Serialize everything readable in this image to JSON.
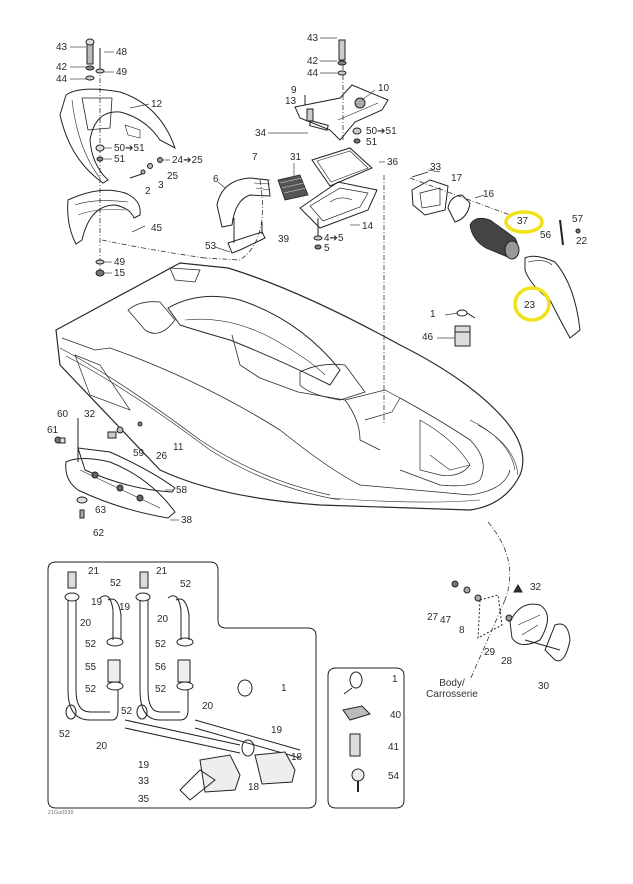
{
  "diagram": {
    "figure_id": "21Gu0030",
    "body_caption": {
      "line1": "Body/",
      "line2": "Carrosserie"
    },
    "highlight_color": "#f2e21a",
    "highlighted_parts": [
      "37",
      "23"
    ],
    "labels": {
      "l43a": "43",
      "l48": "48",
      "l42a": "42",
      "l49a": "49",
      "l44a": "44",
      "l12": "12",
      "l50a": "50➔51",
      "l51a": "51",
      "l2425": "24➔25",
      "l25": "25",
      "l3": "3",
      "l2": "2",
      "l45": "45",
      "l49b": "49",
      "l15": "15",
      "l43b": "43",
      "l42b": "42",
      "l44b": "44",
      "l9": "9",
      "l13": "13",
      "l10": "10",
      "l34": "34",
      "l50b": "50➔51",
      "l51b": "51",
      "l7": "7",
      "l31": "31",
      "l36": "36",
      "l6": "6",
      "l14": "14",
      "l53": "53",
      "l39": "39",
      "l45r": "4➔5",
      "l5": "5",
      "l33a": "33",
      "l17": "17",
      "l16": "16",
      "l37": "37",
      "l57": "57",
      "l56a": "56",
      "l22": "22",
      "l23": "23",
      "l1a": "1",
      "l46": "46",
      "l60": "60",
      "l32a": "32",
      "l61": "61",
      "l11": "11",
      "l59": "59",
      "l26": "26",
      "l58": "58",
      "l63": "63",
      "l38": "38",
      "l62": "62",
      "l21a": "21",
      "l52a": "52",
      "l19a": "19",
      "l20a": "20",
      "l52b": "52",
      "l55": "55",
      "l52c": "52",
      "l52d": "52",
      "l20b": "20",
      "l21b": "21",
      "l52e": "52",
      "l19b": "19",
      "l20c": "20",
      "l52f": "52",
      "l56b": "56",
      "l52g": "52",
      "l20d": "20",
      "l52h": "52",
      "l1b": "1",
      "l19c": "19",
      "l18a": "18",
      "l19d": "19",
      "l33b": "33",
      "l18b": "18",
      "l35": "35",
      "l1c": "1",
      "l40": "40",
      "l41": "41",
      "l54": "54",
      "l27": "27",
      "l47": "47",
      "l8": "8",
      "l32b": "32",
      "l29": "29",
      "l28": "28",
      "l30": "30"
    }
  }
}
